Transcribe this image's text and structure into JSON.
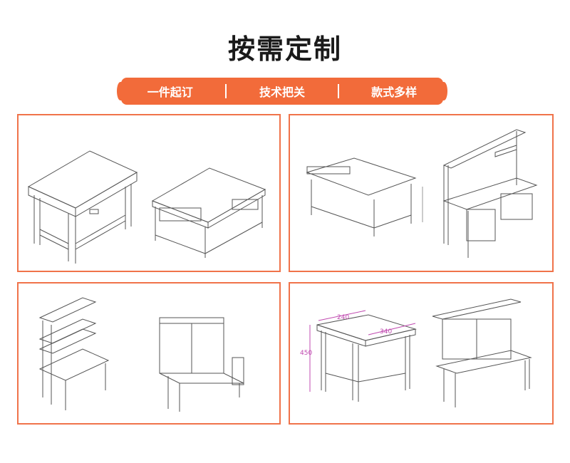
{
  "title": "按需定制",
  "features": [
    "一件起订",
    "技术把关",
    "款式多样"
  ],
  "panels": [
    {
      "id": "heavy-workbench-drawings"
    },
    {
      "id": "lab-bench-drawings"
    },
    {
      "id": "shelf-workstation-drawings"
    },
    {
      "id": "dimension-table-drawings",
      "dims": [
        "450",
        "240",
        "340"
      ]
    }
  ]
}
